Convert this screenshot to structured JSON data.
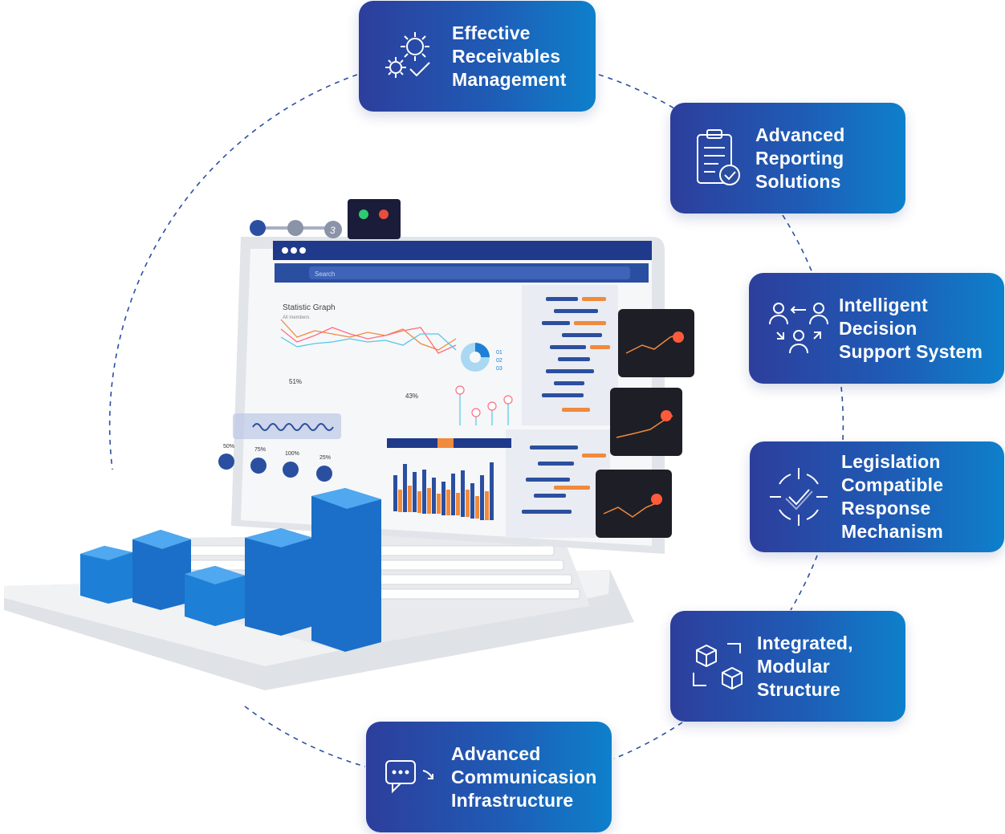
{
  "features": [
    {
      "id": "receivables",
      "lines": [
        "Effective",
        "Receivables",
        "Management"
      ],
      "icon": "gears-check-icon"
    },
    {
      "id": "reporting",
      "lines": [
        "Advanced",
        "Reporting",
        "Solutions"
      ],
      "icon": "clipboard-check-icon"
    },
    {
      "id": "decision",
      "lines": [
        "Intelligent",
        "Decision",
        "Support System"
      ],
      "icon": "people-exchange-icon"
    },
    {
      "id": "legislation",
      "lines": [
        "Legislation",
        "Compatible",
        "Response",
        "Mechanism"
      ],
      "icon": "target-check-icon"
    },
    {
      "id": "modular",
      "lines": [
        "Integrated,",
        "Modular",
        "Structure"
      ],
      "icon": "cubes-icon"
    },
    {
      "id": "communication",
      "lines": [
        "Advanced",
        "Communicasion",
        "Infrastructure"
      ],
      "icon": "chat-bubble-icon"
    }
  ],
  "dashboard": {
    "graph_title": "Statistic Graph",
    "graph_subtitle": "All members",
    "search_placeholder": "Search",
    "stat_a": "51%",
    "stat_b": "43%",
    "donut_labels": [
      "01",
      "02",
      "03"
    ],
    "progress_values": [
      "50%",
      "75%",
      "100%",
      "25%"
    ],
    "step_number": "3"
  },
  "colors": {
    "card_start": "#2d3e9c",
    "card_end": "#0e80cb",
    "ring": "#2b4fa0",
    "bar_blue": "#1e7fd6",
    "accent_orange": "#f08a3c"
  }
}
